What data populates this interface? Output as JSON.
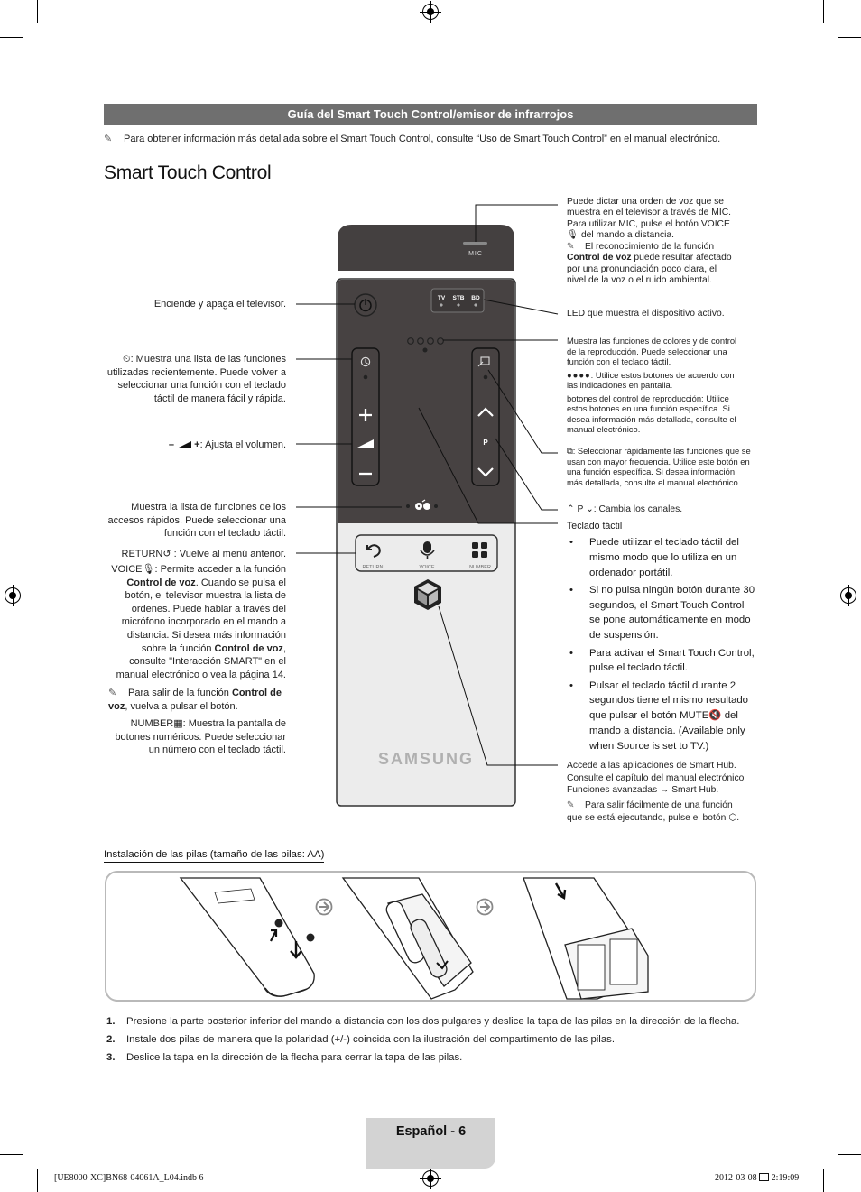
{
  "header": {
    "bar_title": "Guía del Smart Touch Control/emisor de infrarrojos",
    "note": "Para obtener información más detallada sobre el Smart Touch Control, consulte “Uso de Smart Touch Control” en el manual electrónico."
  },
  "title": "Smart Touch Control",
  "remote": {
    "mic_label": "MIC",
    "led_labels": [
      "TV",
      "STB",
      "BD"
    ],
    "bottom_labels": {
      "return": "RETURN",
      "voice": "VOICE",
      "number": "NUMBER"
    },
    "brand": "SAMSUNG"
  },
  "left": {
    "power": "Enciende y apaga el televisor.",
    "recent_lead": ": Muestra una lista de las funciones utilizadas recientemente. Puede volver a seleccionar una función con el teclado táctil de manera fácil y rápida.",
    "volume": ": Ajusta el volumen.",
    "volume_minus": "–",
    "volume_plus": "+",
    "shortcuts": "Muestra la lista de funciones de los accesos rápidos. Puede seleccionar una función con el teclado táctil.",
    "return_key": "RETURN",
    "return_text": " : Vuelve al menú anterior.",
    "voice_key": "VOICE",
    "voice_text_a": ": Permite acceder a la función ",
    "voice_bold_1": "Control de voz",
    "voice_text_b": ". Cuando se pulsa el botón, el televisor muestra la lista de órdenes. Puede hablar a través del micrófono incorporado en el mando a distancia. Si desea más información sobre la función ",
    "voice_bold_2": "Control de voz",
    "voice_text_c": ", consulte \"Interacción SMART\" en el manual electrónico o vea la página 14.",
    "voice_note_a": "Para salir de la función ",
    "voice_note_bold": "Control de voz",
    "voice_note_b": ", vuelva a pulsar el botón.",
    "number_key": "NUMBER",
    "number_text": ": Muestra la pantalla de botones numéricos. Puede seleccionar un número con el teclado táctil."
  },
  "right": {
    "mic_a": "Puede dictar una orden de voz que se muestra en el televisor a través de MIC. Para utilizar MIC, pulse el botón ",
    "mic_key": "VOICE",
    "mic_b": " del mando a distancia.",
    "mic_note_a": "El reconocimiento de la función ",
    "mic_note_bold": "Control de voz",
    "mic_note_b": " puede resultar afectado por una pronunciación poco clara, el nivel de la voz o el ruido ambiental.",
    "led": "LED que muestra el dispositivo activo.",
    "colors_intro": "Muestra las funciones de colores y de control de la reproducción. Puede seleccionar una función con el teclado táctil.",
    "colors_dots": ": Utilice estos botones de acuerdo con las indicaciones en pantalla.",
    "playback": "botones del control de reproducción: Utilice estos botones en una función específica. Si desea información más detallada, consulte el manual electrónico.",
    "quick": ": Seleccionar rápidamente las funciones que se usan con mayor frecuencia. Utilice este botón en una función específica. Si desea información más detallada, consulte el manual electrónico.",
    "channel_p": "P",
    "channel": ": Cambia los canales.",
    "touchpad_title": "Teclado táctil",
    "touchpad_bullets": [
      "Puede utilizar el teclado táctil del mismo modo que lo utiliza en un ordenador portátil.",
      "Si no pulsa ningún botón durante 30 segundos, el Smart Touch Control se pone automáticamente en modo de suspensión.",
      " Para activar el Smart Touch Control, pulse el teclado táctil."
    ],
    "touchpad_b4_a": "Pulsar el teclado táctil durante 2 segundos tiene el mismo resultado que pulsar el botón ",
    "touchpad_b4_mute": "MUTE",
    "touchpad_b4_b": " del mando a distancia. (Available only when ",
    "touchpad_b4_source": "Source",
    "touchpad_b4_c": " is set to ",
    "touchpad_b4_tv": "TV",
    "touchpad_b4_d": ".)",
    "smarthub": "Accede a las aplicaciones de Smart Hub. Consulte el capítulo del manual electrónico Funciones avanzadas → Smart Hub.",
    "smarthub_note_a": "Para salir fácilmente de una función que se está ejecutando, pulse el botón ",
    "smarthub_note_b": "."
  },
  "batteries": {
    "title": "Instalación de las pilas (tamaño de las pilas: AA)",
    "steps": [
      {
        "num": "1.",
        "text": "Presione la parte posterior inferior del mando a distancia con los dos pulgares y deslice la tapa de las pilas en la dirección de la flecha."
      },
      {
        "num": "2.",
        "text": "Instale dos pilas de manera que la polaridad (+/-) coincida con la ilustración del compartimento de las pilas."
      },
      {
        "num": "3.",
        "text": "Deslice la tapa en la dirección de la flecha para cerrar la tapa de las pilas."
      }
    ]
  },
  "footer": {
    "page": "Español - 6",
    "file": "[UE8000-XC]BN68-04061A_L04.indb   6",
    "date": "2012-03-08   ",
    "time": " 2:19:09"
  },
  "colors": {
    "bar": "#6f6f6f",
    "remote_dark": "#474242",
    "remote_light": "#ebebeb",
    "footer_tab": "#d3d3d3"
  }
}
